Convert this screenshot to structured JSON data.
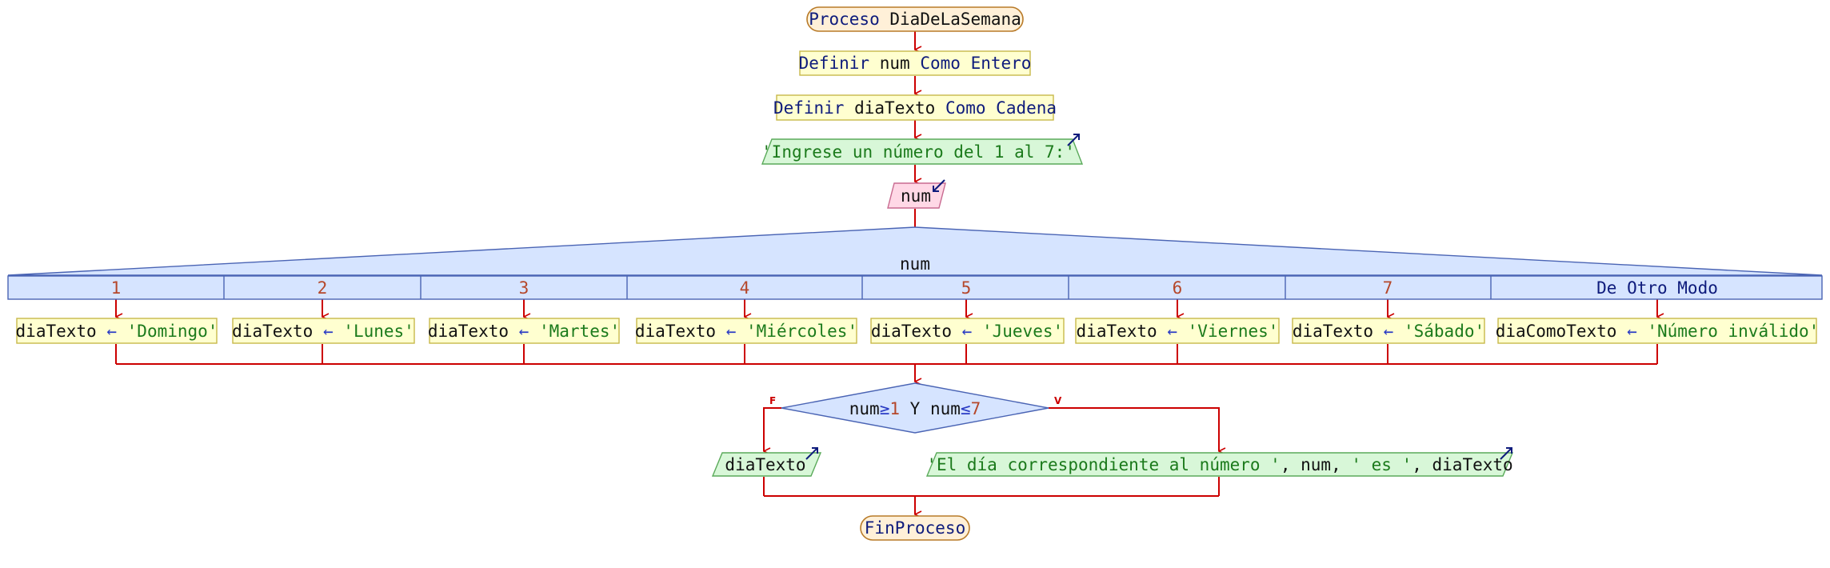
{
  "colors": {
    "terminal_fill": "#fff0d8",
    "terminal_stroke": "#b87a28",
    "assign_fill": "#ffffd0",
    "assign_stroke": "#c8b84a",
    "output_fill": "#d8f7d8",
    "output_stroke": "#5aaa5a",
    "input_fill": "#ffd8e6",
    "input_stroke": "#c86a90",
    "decision_fill": "#d6e4ff",
    "decision_stroke": "#4a64b4",
    "flow_line": "#cc0000",
    "io_arrow": "#0e1b7c"
  },
  "flowchart": {
    "start": {
      "keyword": "Proceso",
      "name": "DiaDeLaSemana"
    },
    "def_num": {
      "kw1": "Definir",
      "var": "num",
      "kw2": "Como",
      "type": "Entero"
    },
    "def_dia": {
      "kw1": "Definir",
      "var": "diaTexto",
      "kw2": "Como",
      "type": "Cadena"
    },
    "prompt": {
      "text": "'Ingrese un número del 1 al 7:'"
    },
    "read": {
      "var": "num"
    },
    "switch": {
      "variable": "num",
      "cases": [
        {
          "label": "1",
          "target": "diaTexto",
          "arrow": "←",
          "value": "'Domingo'"
        },
        {
          "label": "2",
          "target": "diaTexto",
          "arrow": "←",
          "value": "'Lunes'"
        },
        {
          "label": "3",
          "target": "diaTexto",
          "arrow": "←",
          "value": "'Martes'"
        },
        {
          "label": "4",
          "target": "diaTexto",
          "arrow": "←",
          "value": "'Miércoles'"
        },
        {
          "label": "5",
          "target": "diaTexto",
          "arrow": "←",
          "value": "'Jueves'"
        },
        {
          "label": "6",
          "target": "diaTexto",
          "arrow": "←",
          "value": "'Viernes'"
        },
        {
          "label": "7",
          "target": "diaTexto",
          "arrow": "←",
          "value": "'Sábado'"
        },
        {
          "label": "De Otro Modo",
          "target": "diaComoTexto",
          "arrow": "←",
          "value": "'Número inválido'"
        }
      ]
    },
    "decision": {
      "v1": "num",
      "op1": "≥",
      "n1": "1",
      "conj": "Y",
      "v2": "num",
      "op2": "≤",
      "n2": "7",
      "false_label": "F",
      "true_label": "V"
    },
    "out_false": {
      "text": "diaTexto"
    },
    "out_true": {
      "str1": "'El día correspondiente al número '",
      "sep1": ", ",
      "v1": "num",
      "sep2": ", ",
      "str2": "' es '",
      "sep3": ", ",
      "v2": "diaTexto"
    },
    "end": {
      "keyword": "FinProceso"
    }
  }
}
